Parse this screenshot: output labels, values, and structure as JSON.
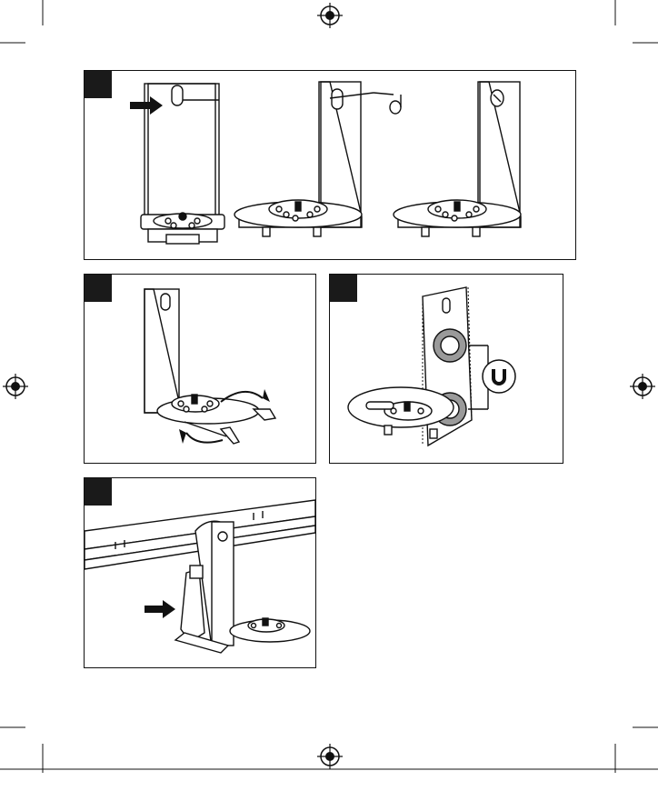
{
  "page": {
    "figures": [
      {
        "id": "fig-a",
        "badge": ""
      },
      {
        "id": "fig-b",
        "badge": ""
      },
      {
        "id": "fig-c",
        "badge": ""
      },
      {
        "id": "fig-d",
        "badge": ""
      }
    ]
  },
  "colors": {
    "ink": "#111111",
    "badge": "#1a1a1a",
    "magnet_ring": "#9a9a9a",
    "paper": "#ffffff"
  },
  "icons": [
    "registration-mark-icon",
    "crop-mark-icon",
    "arrow-right-icon",
    "rotate-arrow-icon",
    "magnet-icon"
  ]
}
